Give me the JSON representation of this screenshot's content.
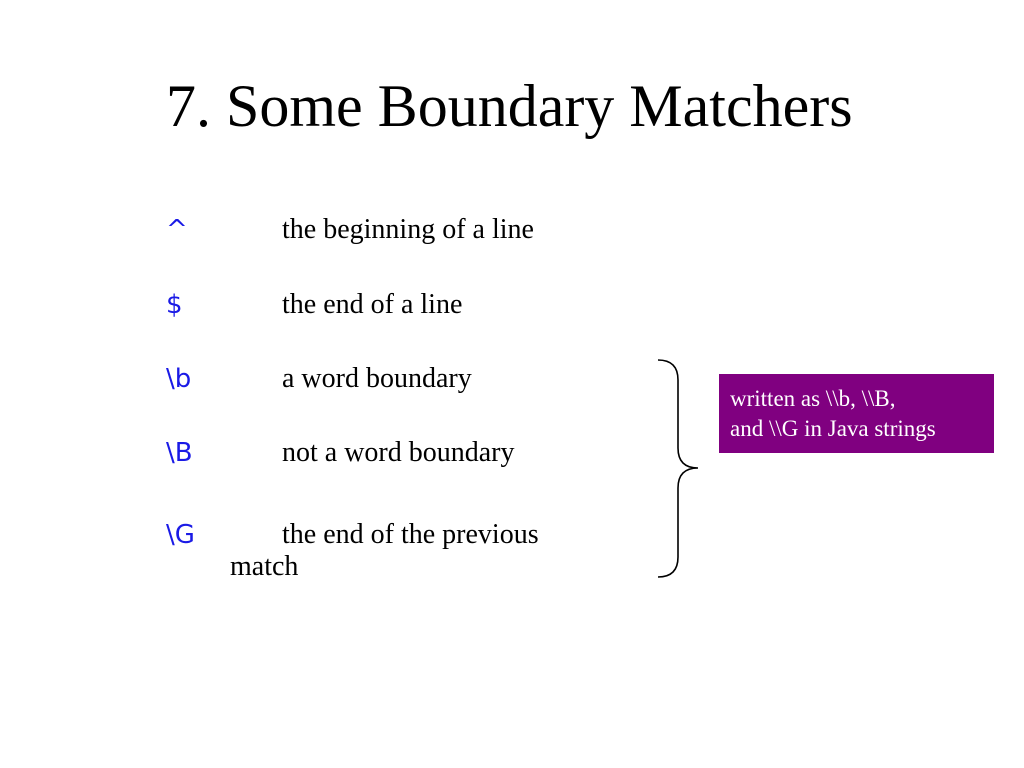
{
  "slide": {
    "title": "7. Some Boundary Matchers",
    "matchers": [
      {
        "symbol": "^",
        "description": "the beginning of a line"
      },
      {
        "symbol": "$",
        "description": "the end of a line"
      },
      {
        "symbol": "\\b",
        "description": "a word boundary"
      },
      {
        "symbol": "\\B",
        "description": "not a word boundary"
      },
      {
        "symbol": "\\G",
        "description": "the end of the previous",
        "description_cont": "match"
      }
    ],
    "note": {
      "line1": "written as \\\\b, \\\\B,",
      "line2": "and \\\\G in Java strings"
    }
  },
  "colors": {
    "symbol": "#1a1ae6",
    "note_background": "#800080",
    "note_text": "#ffffff",
    "brace": "#000000"
  }
}
